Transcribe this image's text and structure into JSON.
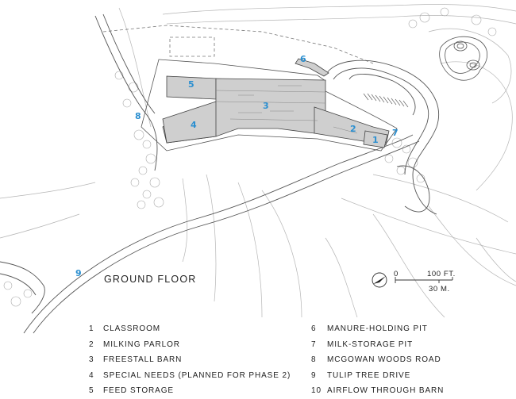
{
  "title": "GROUND FLOOR",
  "scale": {
    "feet_label": "100 FT.",
    "meters_label": "30 M.",
    "zero_label": "0"
  },
  "site_labels": [
    {
      "id": "label-5",
      "text": "5"
    },
    {
      "id": "label-3",
      "text": "3"
    },
    {
      "id": "label-4",
      "text": "4"
    },
    {
      "id": "label-2",
      "text": "2"
    },
    {
      "id": "label-1",
      "text": "1"
    },
    {
      "id": "label-6",
      "text": "6"
    },
    {
      "id": "label-7",
      "text": "7"
    },
    {
      "id": "label-8",
      "text": "8"
    },
    {
      "id": "label-9",
      "text": "9"
    }
  ],
  "legend_left": [
    {
      "num": "1",
      "label": "CLASSROOM"
    },
    {
      "num": "2",
      "label": "MILKING PARLOR"
    },
    {
      "num": "3",
      "label": "FREESTALL BARN"
    },
    {
      "num": "4",
      "label": "SPECIAL NEEDS (PLANNED FOR PHASE 2)"
    },
    {
      "num": "5",
      "label": "FEED STORAGE"
    }
  ],
  "legend_right": [
    {
      "num": "6",
      "label": "MANURE-HOLDING PIT"
    },
    {
      "num": "7",
      "label": "MILK-STORAGE PIT"
    },
    {
      "num": "8",
      "label": "MCGOWAN WOODS ROAD"
    },
    {
      "num": "9",
      "label": "TULIP TREE DRIVE"
    },
    {
      "num": "10",
      "label": "AIRFLOW THROUGH BARN"
    }
  ],
  "colors": {
    "building_fill": "#cfcfcf",
    "number_blue": "#2b8fd0",
    "line": "#555555"
  }
}
